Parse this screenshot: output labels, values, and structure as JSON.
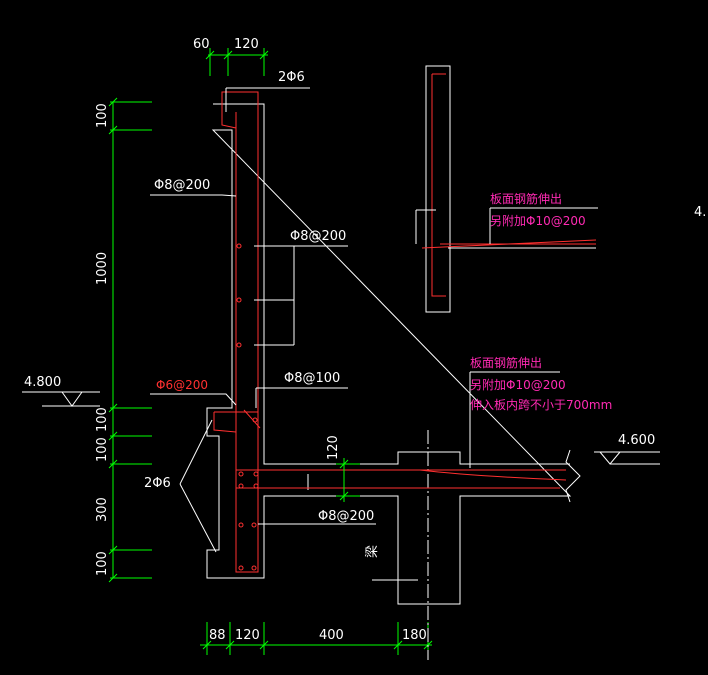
{
  "colors": {
    "background": "#000000",
    "outline": "#ffffff",
    "rebar": "#ff3030",
    "dimension": "#00ff00",
    "note_magenta": "#ff2ab3",
    "centerline": "#ffffff"
  },
  "top_dims": {
    "d1": "60",
    "d2": "120"
  },
  "left_dims": {
    "d1": "100",
    "d2": "1000",
    "d3": "100",
    "d4": "100",
    "d5": "300",
    "d6": "100"
  },
  "bottom_dims": {
    "d1": "88",
    "d2": "120",
    "d3": "400",
    "d4": "180"
  },
  "slab_dim": "120",
  "labels": {
    "top_2phi6": "2Φ6",
    "phi8_200_a": "Φ8@200",
    "phi8_200_b": "Φ8@200",
    "phi6_200": "Φ6@200",
    "phi8_100": "Φ8@100",
    "left_2phi6": "2Φ6",
    "phi8_200_c": "Φ8@200",
    "beam": "梁"
  },
  "elevations": {
    "left": "4.800",
    "right": "4.600"
  },
  "detail_note": {
    "line1": "板面钢筋伸出",
    "line2": "另附加Φ10@200"
  },
  "slab_note": {
    "line1": "板面钢筋伸出",
    "line2": "另附加Φ10@200",
    "line3": "伸入板内跨不小于700mm"
  },
  "edge_fragment": "4."
}
